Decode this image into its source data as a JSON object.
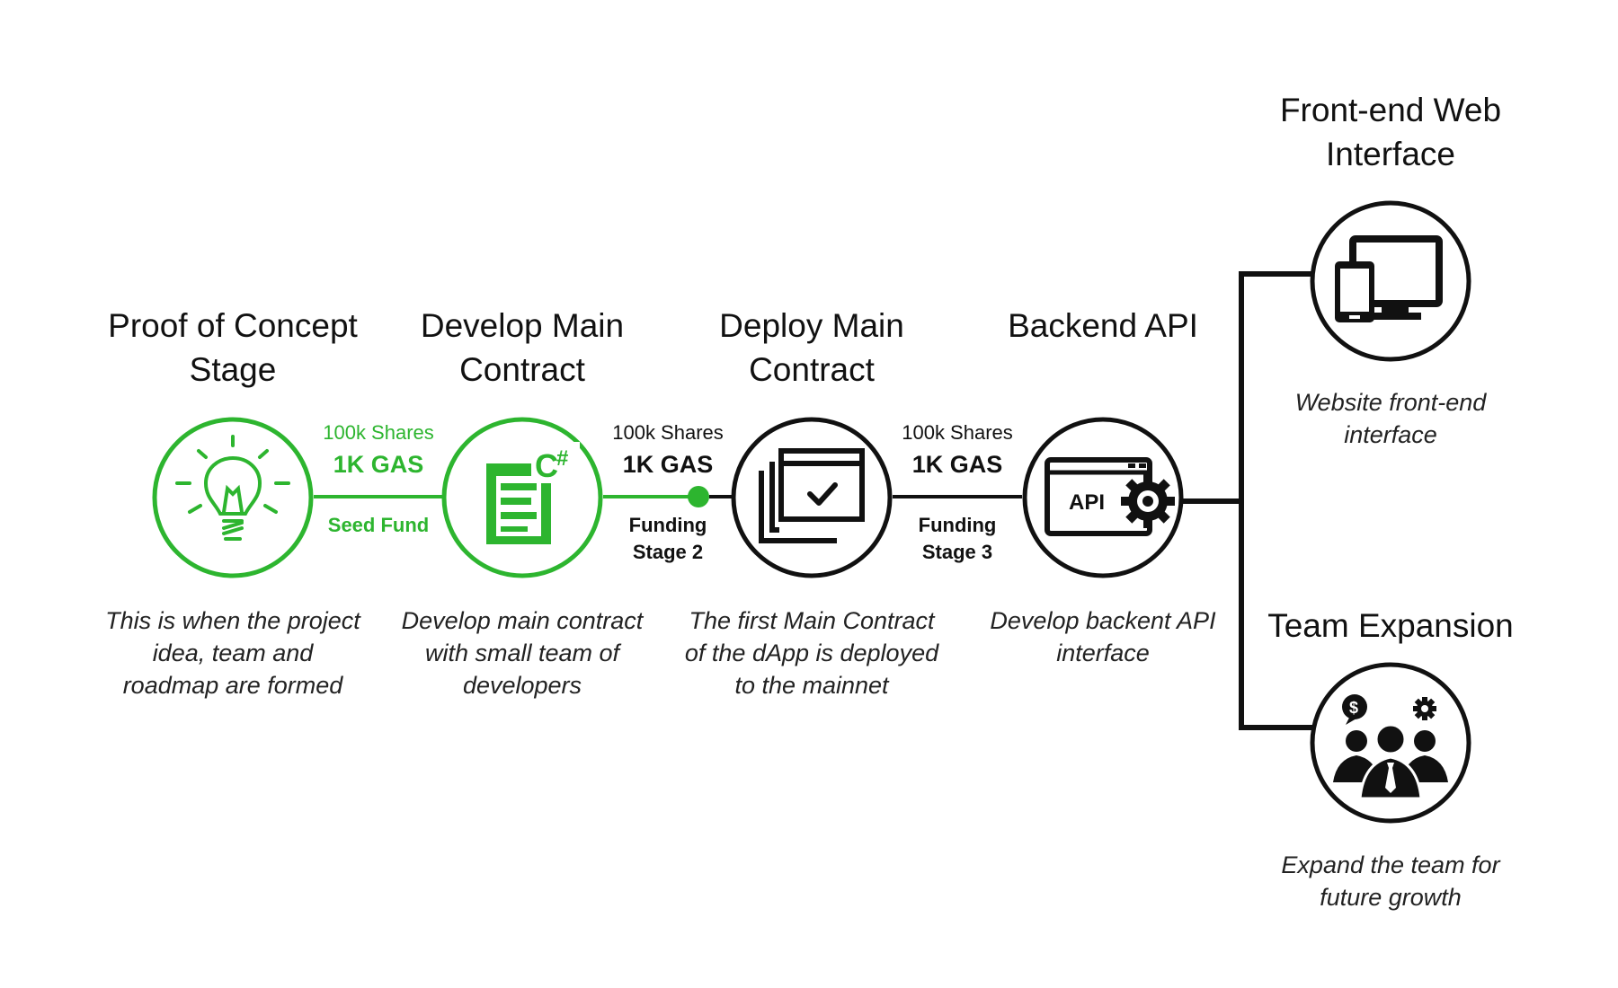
{
  "colors": {
    "accent": "#2db52f",
    "dark": "#111111"
  },
  "stages": [
    {
      "title": "Proof of Concept\nStage",
      "description": "This is when the project\nidea, team and\nroadmap are formed",
      "icon": "lightbulb-icon"
    },
    {
      "title": "Develop Main\nContract",
      "description": "Develop main contract\nwith small team of\ndevelopers",
      "icon": "csharp-document-icon"
    },
    {
      "title": "Deploy Main\nContract",
      "description": "The first Main Contract\nof the dApp is deployed\nto the mainnet",
      "icon": "deploy-window-check-icon"
    },
    {
      "title": "Backend API",
      "description": "Develop backent API\ninterface",
      "icon": "api-gear-icon"
    }
  ],
  "funding": [
    {
      "shares": "100k Shares",
      "amount": "1K GAS",
      "label": "Seed Fund"
    },
    {
      "shares": "100k Shares",
      "amount": "1K GAS",
      "label": "Funding\nStage 2"
    },
    {
      "shares": "100k Shares",
      "amount": "1K GAS",
      "label": "Funding\nStage 3"
    }
  ],
  "branches": [
    {
      "title": "Front-end Web\nInterface",
      "description": "Website front-end\ninterface",
      "icon": "devices-icon"
    },
    {
      "title": "Team Expansion",
      "description": "Expand the team for\nfuture growth",
      "icon": "team-icon"
    }
  ]
}
